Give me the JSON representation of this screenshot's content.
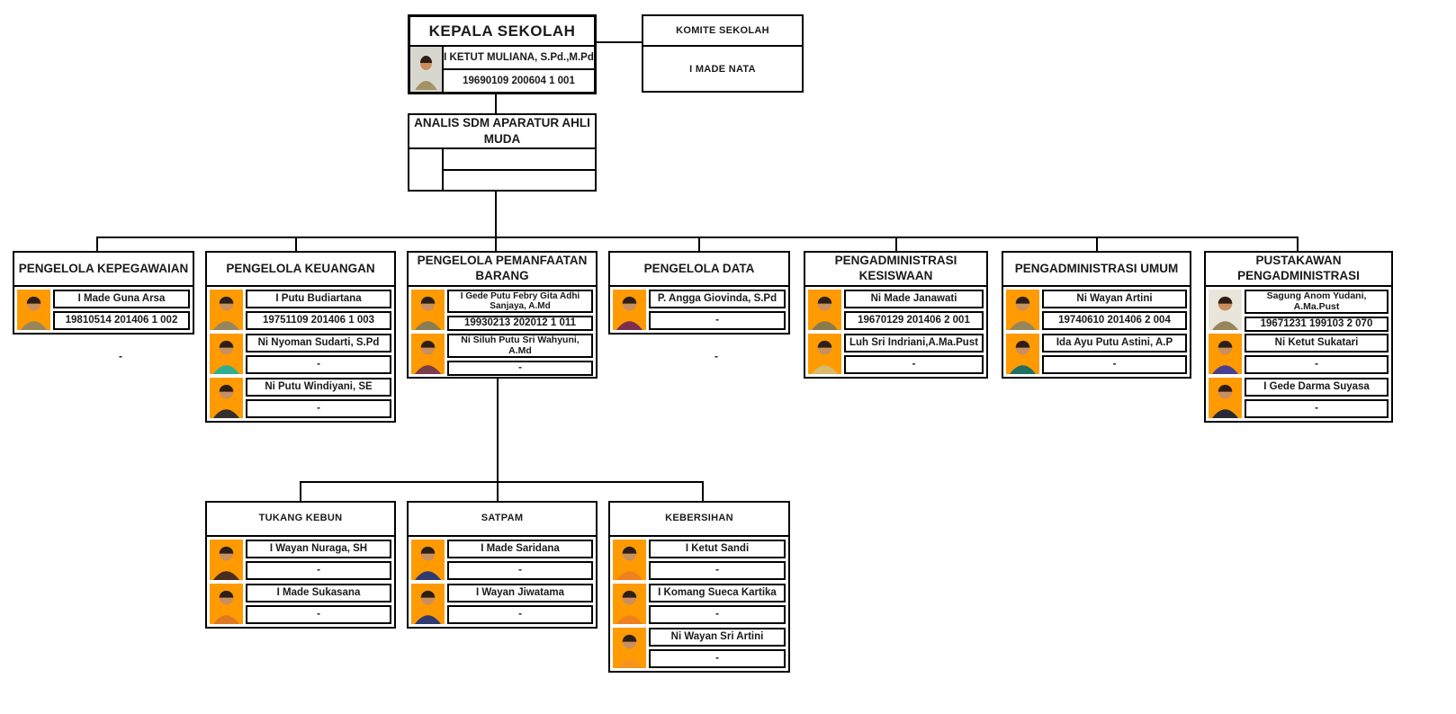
{
  "colors": {
    "line": "#000000",
    "text": "#1a1a1a",
    "photo_background_orange": "#ff9a00"
  },
  "kepala": {
    "title": "KEPALA SEKOLAH",
    "name": "I KETUT MULIANA, S.Pd.,M.Pd",
    "nip": "19690109 200604 1 001",
    "photo": {
      "bg": "#d8d7cf",
      "shirt": "#a39263"
    }
  },
  "komite": {
    "title": "KOMITE SEKOLAH",
    "name": "I MADE NATA"
  },
  "analis": {
    "title": "ANALIS SDM APARATUR AHLI MUDA"
  },
  "units": [
    {
      "title": "PENGELOLA KEPEGAWAIAN",
      "below": "-",
      "members": [
        {
          "name": "I Made Guna Arsa",
          "nip": "19810514 201406 1 002",
          "photo": {
            "bg": "#ff9a00",
            "shirt": "#97865a"
          }
        }
      ]
    },
    {
      "title": "PENGELOLA KEUANGAN",
      "members": [
        {
          "name": "I Putu Budiartana",
          "nip": "19751109 201406 1 003",
          "photo": {
            "bg": "#ff9a00",
            "shirt": "#97865a"
          }
        },
        {
          "name": "Ni Nyoman Sudarti, S.Pd",
          "nip": "-",
          "photo": {
            "bg": "#ff9a00",
            "shirt": "#2fae8f"
          }
        },
        {
          "name": "Ni Putu Windiyani, SE",
          "nip": "-",
          "photo": {
            "bg": "#ff9a00",
            "shirt": "#33302e"
          }
        }
      ]
    },
    {
      "title": "PENGELOLA PEMANFAATAN BARANG",
      "members": [
        {
          "name": "I Gede Putu Febry Gita Adhi Sanjaya, A.Md",
          "nip": "19930213 202012 1 011",
          "photo": {
            "bg": "#ff9a00",
            "shirt": "#8a7d52"
          }
        },
        {
          "name": "Ni Siluh Putu Sri Wahyuni, A.Md",
          "nip": "-",
          "photo": {
            "bg": "#ff9a00",
            "shirt": "#7a3b4a"
          }
        }
      ]
    },
    {
      "title": "PENGELOLA DATA",
      "below": "-",
      "members": [
        {
          "name": "P. Angga Giovinda, S.Pd",
          "nip": "-",
          "photo": {
            "bg": "#ff9a00",
            "shirt": "#7c2f4f"
          }
        }
      ]
    },
    {
      "title": "PENGADMINISTRASI KESISWAAN",
      "members": [
        {
          "name": "Ni Made Janawati",
          "nip": "19670129 201406 2 001",
          "photo": {
            "bg": "#ff9a00",
            "shirt": "#8a7a4a"
          }
        },
        {
          "name": "Luh Sri Indriani,A.Ma.Pust",
          "nip": "-",
          "photo": {
            "bg": "#ff9a00",
            "shirt": "#d9b96a"
          }
        }
      ]
    },
    {
      "title": "PENGADMINISTRASI UMUM",
      "members": [
        {
          "name": "Ni Wayan Artini",
          "nip": "19740610 201406 2 004",
          "photo": {
            "bg": "#ff9a00",
            "shirt": "#97865a"
          }
        },
        {
          "name": "Ida Ayu Putu Astini, A.P",
          "nip": "-",
          "photo": {
            "bg": "#ff9a00",
            "shirt": "#1f6f63"
          }
        }
      ]
    },
    {
      "title": "PUSTAKAWAN PENGADMINISTRASI",
      "members": [
        {
          "name": "Sagung Anom Yudani, A.Ma.Pust",
          "nip": "19671231 199103 2 070",
          "photo": {
            "bg": "#e9e5da",
            "shirt": "#97865a"
          }
        },
        {
          "name": "Ni Ketut Sukatari",
          "nip": "-",
          "photo": {
            "bg": "#ff9a00",
            "shirt": "#4a3f8f"
          }
        },
        {
          "name": "I Gede Darma Suyasa",
          "nip": "-",
          "photo": {
            "bg": "#ff9a00",
            "shirt": "#2a2a35"
          }
        }
      ]
    }
  ],
  "subunits": [
    {
      "title": "TUKANG KEBUN",
      "members": [
        {
          "name": "I Wayan Nuraga, SH",
          "nip": "-",
          "photo": {
            "bg": "#ff9a00",
            "shirt": "#4a2c1e"
          }
        },
        {
          "name": "I Made Sukasana",
          "nip": "-",
          "photo": {
            "bg": "#ff9a00",
            "shirt": "#e07820"
          }
        }
      ]
    },
    {
      "title": "SATPAM",
      "members": [
        {
          "name": "I Made Saridana",
          "nip": "-",
          "photo": {
            "bg": "#ff9a00",
            "shirt": "#2f3a6e"
          }
        },
        {
          "name": "I Wayan Jiwatama",
          "nip": "-",
          "photo": {
            "bg": "#ff9a00",
            "shirt": "#2f3a6e"
          }
        }
      ]
    },
    {
      "title": "KEBERSIHAN",
      "members": [
        {
          "name": "I Ketut Sandi",
          "nip": "-",
          "photo": {
            "bg": "#ff9a00",
            "shirt": "#f07f1e"
          }
        },
        {
          "name": "I Komang Sueca Kartika",
          "nip": "-",
          "photo": {
            "bg": "#ff9a00",
            "shirt": "#f07f1e"
          }
        },
        {
          "name": "Ni Wayan Sri Artini",
          "nip": "-",
          "photo": {
            "bg": "#ff9a00",
            "shirt": "#f5941e"
          }
        }
      ]
    }
  ]
}
